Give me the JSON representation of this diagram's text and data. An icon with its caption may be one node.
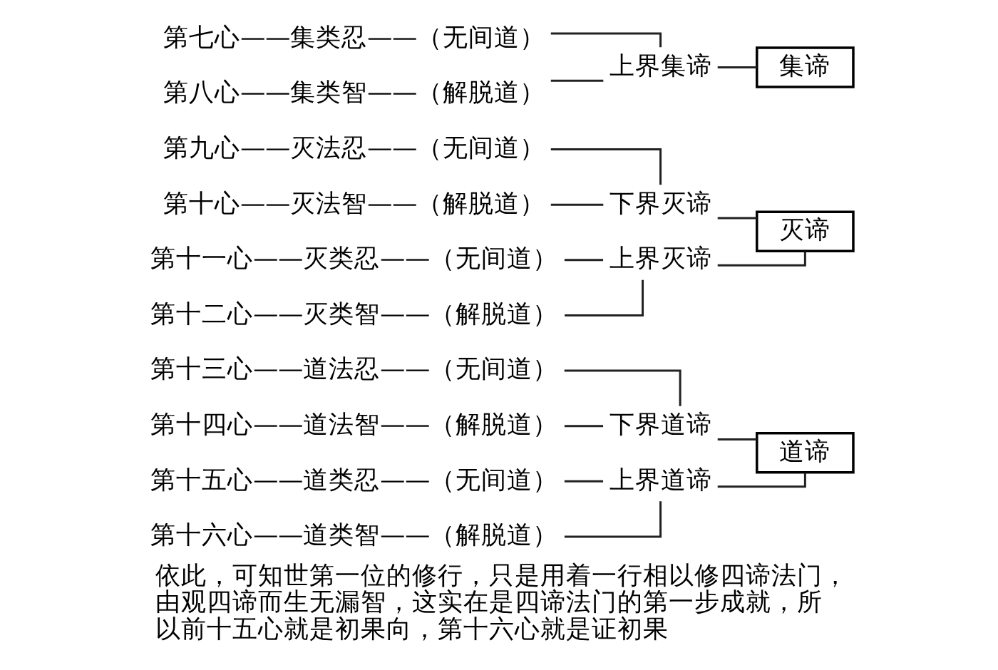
{
  "diagram": {
    "caption": "依此，可知世第一位的修行，只是用着一行相以修四谛法门，由观四谛而生无漏智，这实在是四谛法门的第一步成就，所以前十五心就是初果向，第十六心就是证初果",
    "nodes": [
      {
        "text": [
          "第七心——集类忍——（无间道）"
        ]
      },
      {
        "text": [
          "第八心——集类智——（解脱道）"
        ]
      },
      {
        "text": [
          "第九心——灭法忍——（无间道）"
        ]
      },
      {
        "text": [
          "第十心——灭法智——（解脱道）"
        ]
      },
      {
        "text": [
          "第十一心——灭类忍——（无间道）"
        ]
      },
      {
        "text": [
          "第十二心——灭类智——（解脱道）"
        ]
      },
      {
        "text": [
          "第十三心——道法忍——（无间道）"
        ]
      },
      {
        "text": [
          "第十四心——道法智——（解脱道）"
        ]
      },
      {
        "text": [
          "第十五心——道类忍——（无间道）"
        ]
      },
      {
        "text": [
          "第十六心——道类智——（解脱道）"
        ]
      },
      {
        "text": [
          "上界集谛"
        ]
      },
      {
        "text": [
          "下界灭谛"
        ]
      },
      {
        "text": [
          "上界灭谛"
        ]
      },
      {
        "text": [
          "下界道谛"
        ]
      },
      {
        "text": [
          "上界道谛"
        ]
      },
      {
        "text": [
          "集谛"
        ]
      },
      {
        "text": [
          "灭谛"
        ]
      },
      {
        "text": [
          "道谛"
        ]
      }
    ],
    "edges": [
      {
        "from": 0,
        "to": 10,
        "arrow": "none"
      },
      {
        "from": 1,
        "to": 10,
        "arrow": "none"
      },
      {
        "from": 2,
        "to": 11,
        "arrow": "none"
      },
      {
        "from": 3,
        "to": 11,
        "arrow": "none"
      },
      {
        "from": 4,
        "to": 12,
        "arrow": "none"
      },
      {
        "from": 5,
        "to": 12,
        "arrow": "none"
      },
      {
        "from": 6,
        "to": 13,
        "arrow": "none"
      },
      {
        "from": 7,
        "to": 13,
        "arrow": "none"
      },
      {
        "from": 8,
        "to": 14,
        "arrow": "none"
      },
      {
        "from": 9,
        "to": 14,
        "arrow": "none"
      },
      {
        "from": 10,
        "to": 15,
        "arrow": "none"
      },
      {
        "from": 11,
        "to": 16,
        "arrow": "none"
      },
      {
        "from": 12,
        "to": 16,
        "arrow": "none"
      },
      {
        "from": 13,
        "to": 17,
        "arrow": "none"
      },
      {
        "from": 14,
        "to": 17,
        "arrow": "none"
      }
    ]
  }
}
